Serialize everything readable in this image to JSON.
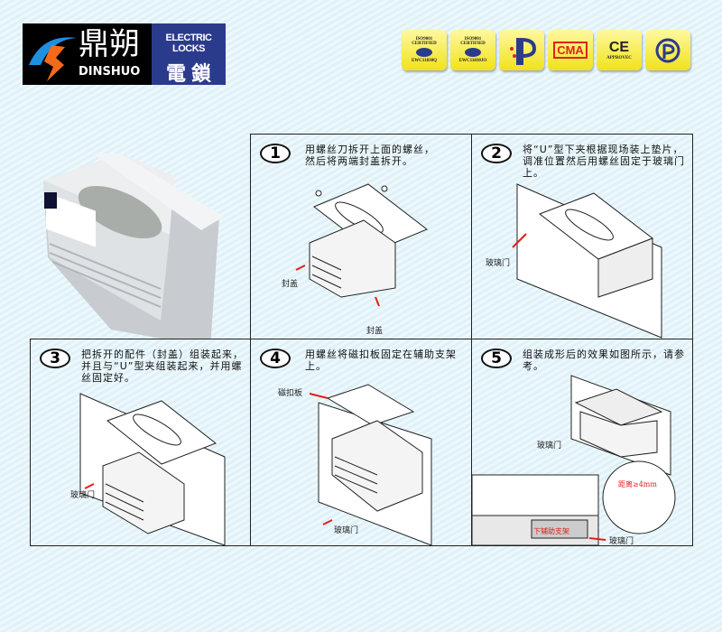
{
  "brand": {
    "cn_name": "鼎朔",
    "en_name": "DINSHUO",
    "product_en": "ELECTRIC LOCKS",
    "product_cn": "電 鎖"
  },
  "certs": [
    {
      "icon": "iso-badge-icon",
      "line1": "ISO9001",
      "line2": "CERTIFIED",
      "line3": "EWC11830Q"
    },
    {
      "icon": "iso-badge-icon",
      "line1": "ISO9001",
      "line2": "CERTIFIED",
      "line3": "EWC11830JO"
    },
    {
      "icon": "p-star-logo-icon"
    },
    {
      "icon": "cma-logo-icon",
      "line1": "CMA"
    },
    {
      "icon": "ce-mark-icon",
      "line1": "CE",
      "line2": "APPROVEC"
    },
    {
      "icon": "p-circle-logo-icon"
    }
  ],
  "steps": [
    {
      "num": "1",
      "text": "用螺丝刀拆开上面的螺丝，然后将两端封盖拆开。",
      "labels": [
        "封盖",
        "封盖"
      ]
    },
    {
      "num": "2",
      "text": "将“U”型下夹根据现场装上垫片，调准位置然后用螺丝固定于玻璃门上。",
      "labels": [
        "玻璃门"
      ]
    },
    {
      "num": "3",
      "text": "把拆开的配件（封盖）组装起来，并且与“U”型夹组装起来，并用螺丝固定好。",
      "labels": [
        "玻璃门"
      ]
    },
    {
      "num": "4",
      "text": "用螺丝将磁扣板固定在辅助支架上。",
      "labels": [
        "磁扣板",
        "玻璃门"
      ]
    },
    {
      "num": "5",
      "text": "组装成形后的效果如图所示，请参考。",
      "labels": [
        "玻璃门",
        "距离≥4mm",
        "下辅助支架",
        "玻璃门"
      ]
    }
  ],
  "colors": {
    "accent_red": "#e0201a",
    "navy": "#2b3b8c",
    "badge_yellow": "#f1e21b"
  }
}
